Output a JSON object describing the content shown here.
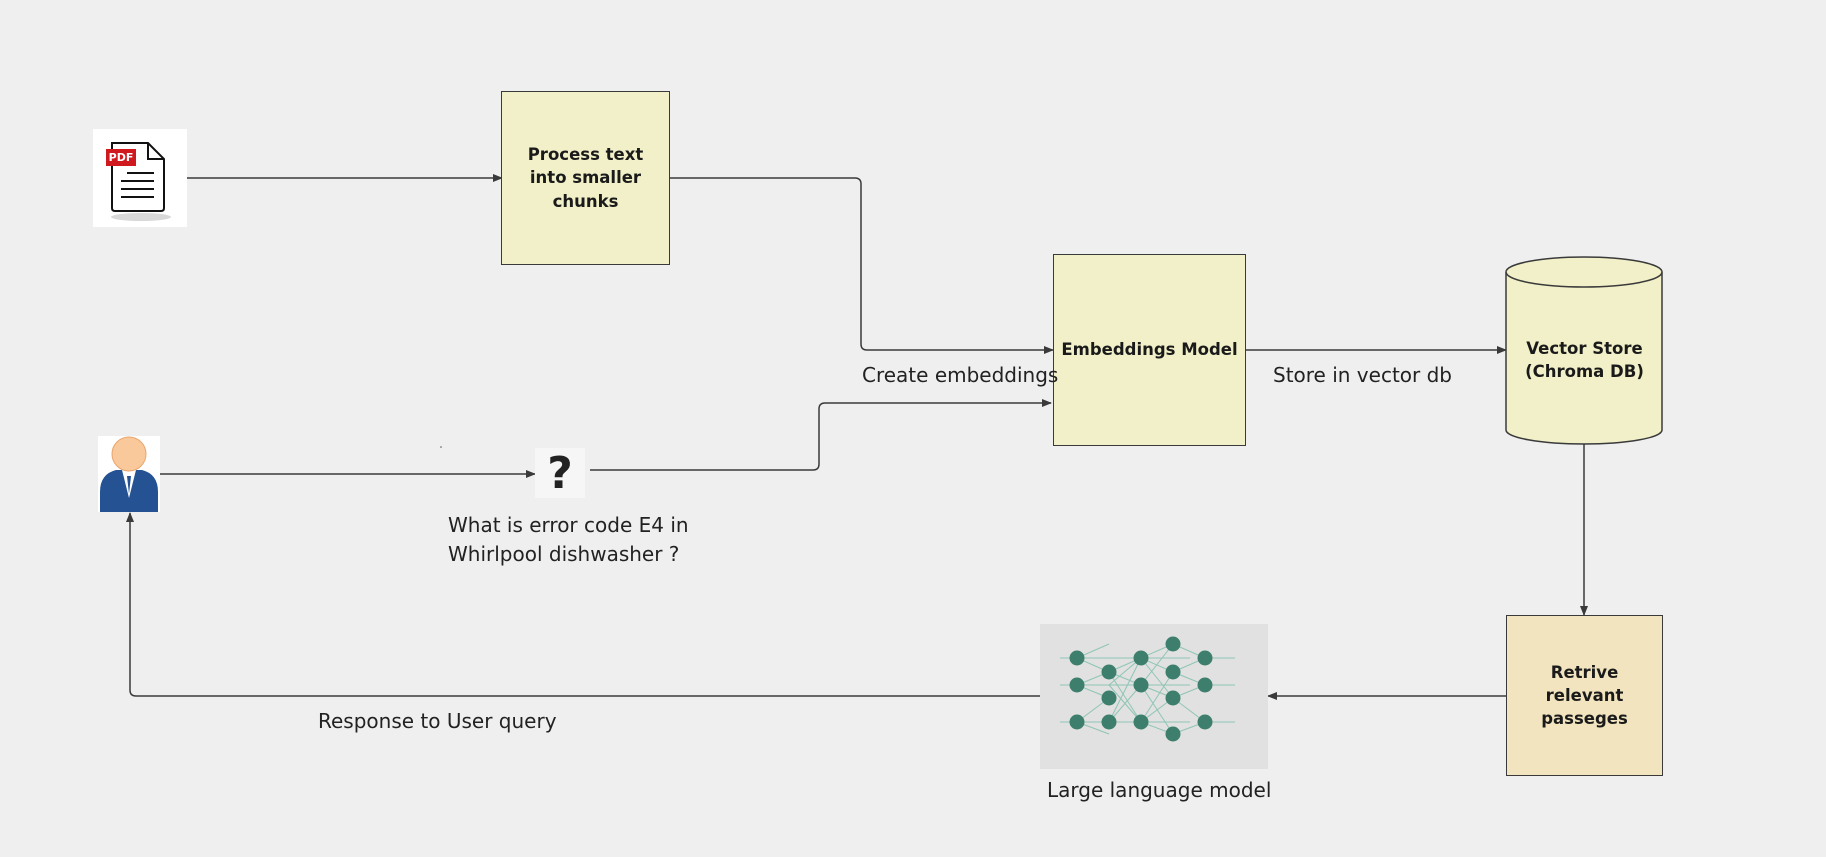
{
  "nodes": {
    "chunking": {
      "label": "Process text into smaller chunks"
    },
    "embeddings": {
      "label": "Embeddings Model"
    },
    "vector_store": {
      "label": "Vector Store (Chroma DB)"
    },
    "retrieve": {
      "label": "Retrive relevant passeges"
    },
    "llm": {
      "label": "Large language model"
    },
    "question": {
      "symbol": "?"
    }
  },
  "edge_labels": {
    "create_embeddings": "Create embeddings",
    "store": "Store in vector db",
    "response": "Response to User query"
  },
  "query": {
    "line1": "What is error code E4 in",
    "line2": "Whirlpool dishwasher ?"
  },
  "icons": {
    "pdf": {
      "name": "pdf-document-icon",
      "badge": "PDF",
      "badge_color": "#d0191f"
    },
    "user": {
      "name": "user-avatar-icon",
      "skin": "#f9c89b",
      "suit": "#245292"
    },
    "llm": {
      "name": "neural-network-icon",
      "node_color": "#3d7f6c",
      "edge_color": "#8fc5b6"
    }
  },
  "colors": {
    "background": "#efefef",
    "box_fill": "#f2f0c8",
    "retrieve_fill": "#f1e4bf",
    "line": "#3a3a3a"
  }
}
